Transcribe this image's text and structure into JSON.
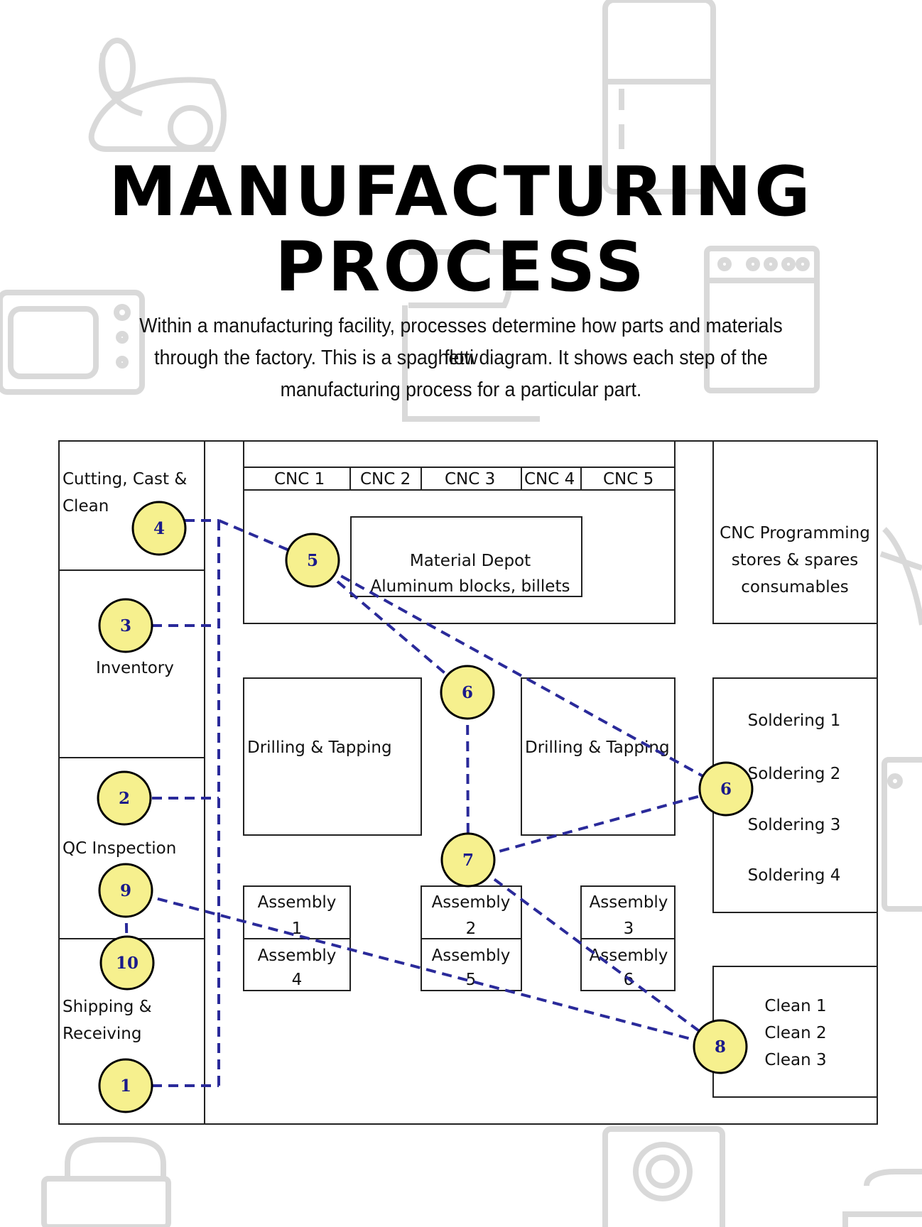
{
  "header": {
    "title_line1": "MANUFACTURING",
    "title_line2": "PROCESS",
    "intro_line1": "Within a manufacturing facility, processes determine how parts and materials flow",
    "intro_line2": "through the factory. This is a spaghetti diagram. It shows each step of the",
    "intro_line3": "manufacturing process for a particular part."
  },
  "colors": {
    "flow_line": "#2a2a9a",
    "node_fill": "#f6f08e",
    "node_text": "#1a1a8a",
    "background_icons": "#d9d9d9"
  },
  "background_icons": [
    "vacuum-cleaner-icon",
    "refrigerator-icon",
    "microwave-icon",
    "stove-icon",
    "mixer-icon",
    "iron-icon",
    "washing-machine-icon",
    "toaster-icon"
  ],
  "areas": {
    "cutting_l1": "Cutting, Cast &",
    "cutting_l2": "Clean",
    "inventory": "Inventory",
    "qc": "QC Inspection",
    "shipping_l1": "Shipping &",
    "shipping_l2": "Receiving",
    "cnc1": "CNC 1",
    "cnc2": "CNC 2",
    "cnc3": "CNC 3",
    "cnc4": "CNC 4",
    "cnc5": "CNC 5",
    "depot_l1": "Material Depot",
    "depot_l2": "Aluminum blocks, billets",
    "prog_l1": "CNC Programming",
    "prog_l2": "stores & spares",
    "prog_l3": "consumables",
    "drill_left": "Drilling & Tapping",
    "drill_right": "Drilling & Tapping",
    "solder1": "Soldering 1",
    "solder2": "Soldering 2",
    "solder3": "Soldering 3",
    "solder4": "Soldering 4",
    "asm_word": "Assembly",
    "asm1": "1",
    "asm2": "2",
    "asm3": "3",
    "asm4": "4",
    "asm5": "5",
    "asm6": "6",
    "clean1": "Clean 1",
    "clean2": "Clean 2",
    "clean3": "Clean 3"
  },
  "steps": {
    "s1": "1",
    "s2": "2",
    "s3": "3",
    "s4": "4",
    "s5": "5",
    "s6a": "6",
    "s6b": "6",
    "s7": "7",
    "s8": "8",
    "s9": "9",
    "s10": "10"
  }
}
